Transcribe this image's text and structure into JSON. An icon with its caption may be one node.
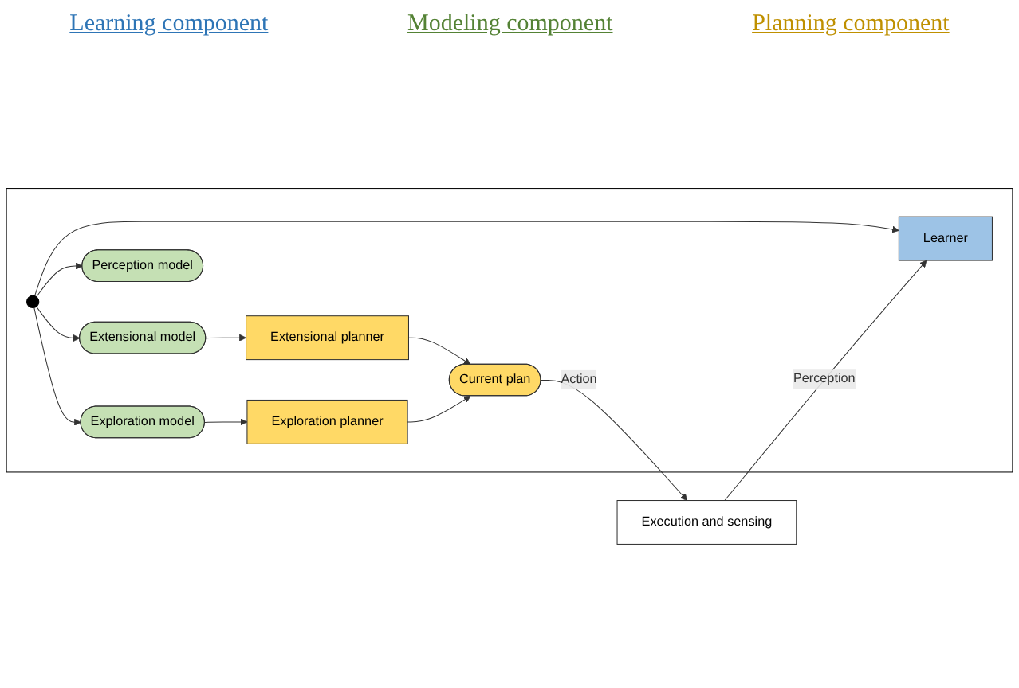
{
  "diagram": {
    "nodes": [
      {
        "text": [],
        "shape": "box"
      },
      {
        "text": [
          "Learner"
        ],
        "in": 0
      },
      {
        "text": [],
        "shape": "circle",
        "in": 0
      },
      {
        "text": [
          "Extensional model"
        ],
        "in": 0
      },
      {
        "text": [
          "Perception model"
        ],
        "in": 0
      },
      {
        "text": [
          "Exploration model"
        ],
        "in": 0
      },
      {
        "text": [
          "Extensional planner"
        ],
        "in": 0
      },
      {
        "text": [
          "Current plan"
        ],
        "in": 0
      },
      {
        "text": [
          "Exploration planner"
        ],
        "in": 0
      },
      {
        "text": [
          "Execution and sensing"
        ]
      }
    ],
    "edges": [
      {
        "from": 2,
        "to": 1,
        "arrow": "to"
      },
      {
        "from": 2,
        "to": 3,
        "arrow": "to"
      },
      {
        "from": 2,
        "to": 4,
        "arrow": "to"
      },
      {
        "from": 2,
        "to": 5,
        "arrow": "to"
      },
      {
        "from": 3,
        "to": 6,
        "arrow": "to"
      },
      {
        "from": 6,
        "to": 7,
        "arrow": "to"
      },
      {
        "from": 5,
        "to": 8,
        "arrow": "to"
      },
      {
        "from": 8,
        "to": 7,
        "arrow": "to"
      },
      {
        "from": 7,
        "to": 9,
        "label": "Action",
        "arrow": "to"
      },
      {
        "from": 9,
        "to": 1,
        "label": "Perception",
        "arrow": "to"
      }
    ],
    "labels": [
      "Learning component",
      "Modeling component",
      "Planning component"
    ]
  }
}
